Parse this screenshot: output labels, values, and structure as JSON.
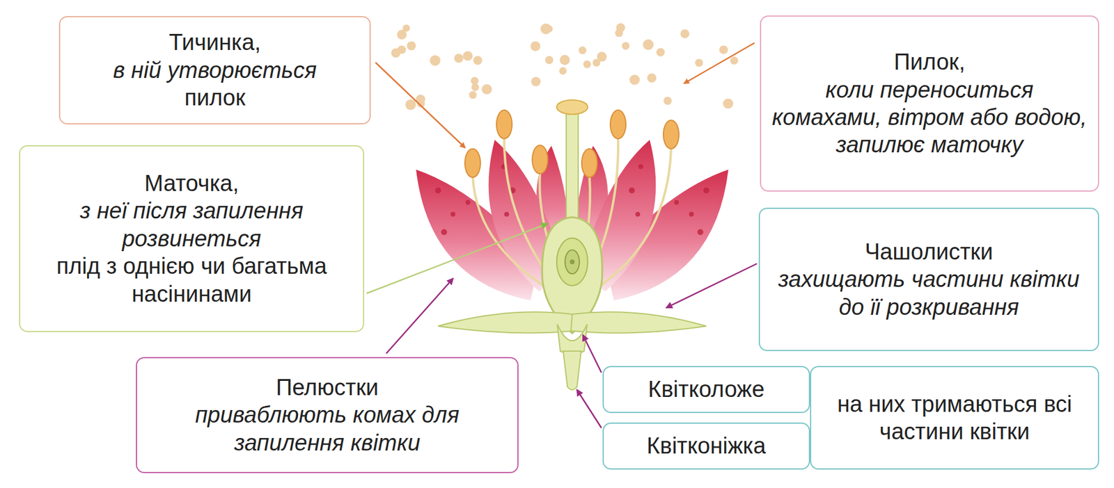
{
  "diagram": {
    "nodes": [
      {
        "text": [
          "Тичинка,",
          "в ній утворюється",
          "пилок"
        ]
      },
      {
        "text": [
          "Маточка,",
          "з неї після запилення розвинеться",
          "плід з однією чи багатьма насінинами"
        ]
      },
      {
        "text": [
          "Пелюстки",
          "приваблюють комах для запилення квітки"
        ]
      },
      {
        "text": [
          "Пилок,",
          "коли переноситься комахами, вітром або водою, запилює маточку"
        ]
      },
      {
        "text": [
          "Чашолистки",
          "захищають частини квітки до її розкривання"
        ]
      },
      {
        "text": [
          "Квітколоже"
        ]
      },
      {
        "text": [
          "Квітконіжка"
        ]
      },
      {
        "text": [
          "на них тримаються всі частини квітки"
        ]
      }
    ]
  }
}
